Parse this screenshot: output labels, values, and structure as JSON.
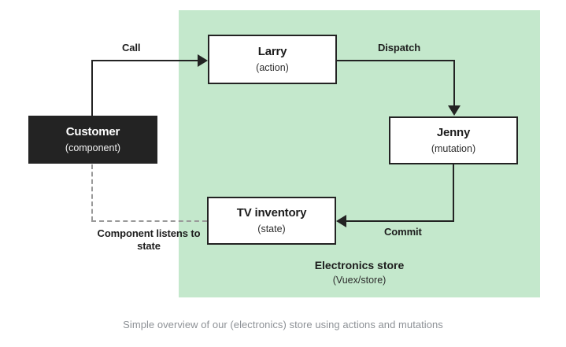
{
  "diagram": {
    "caption": "Simple overview of our (electronics) store using actions and mutations",
    "colors": {
      "store_background": "#c4e8cc",
      "stroke": "#232323",
      "component_fill": "#232323",
      "node_fill": "#ffffff",
      "dashed_stroke": "#9a9a9a",
      "caption_text": "#8d9196"
    },
    "store": {
      "title": "Electronics store",
      "subtitle": "(Vuex/store)"
    },
    "nodes": [
      {
        "id": "customer",
        "title": "Customer",
        "subtitle": "(component)",
        "style": "dark",
        "inside_store": false
      },
      {
        "id": "larry",
        "title": "Larry",
        "subtitle": "(action)",
        "style": "light",
        "inside_store": true
      },
      {
        "id": "jenny",
        "title": "Jenny",
        "subtitle": "(mutation)",
        "style": "light",
        "inside_store": true
      },
      {
        "id": "inventory",
        "title": "TV inventory",
        "subtitle": "(state)",
        "style": "light",
        "inside_store": true
      }
    ],
    "edges": [
      {
        "id": "call",
        "label": "Call",
        "from": "customer",
        "to": "larry",
        "type": "solid",
        "arrow": "right"
      },
      {
        "id": "dispatch",
        "label": "Dispatch",
        "from": "larry",
        "to": "jenny",
        "type": "solid",
        "arrow": "down"
      },
      {
        "id": "commit",
        "label": "Commit",
        "from": "jenny",
        "to": "inventory",
        "type": "solid",
        "arrow": "left"
      },
      {
        "id": "listens",
        "label": "Component listens to state",
        "from": "inventory",
        "to": "customer",
        "type": "dashed",
        "arrow": "none"
      }
    ]
  }
}
